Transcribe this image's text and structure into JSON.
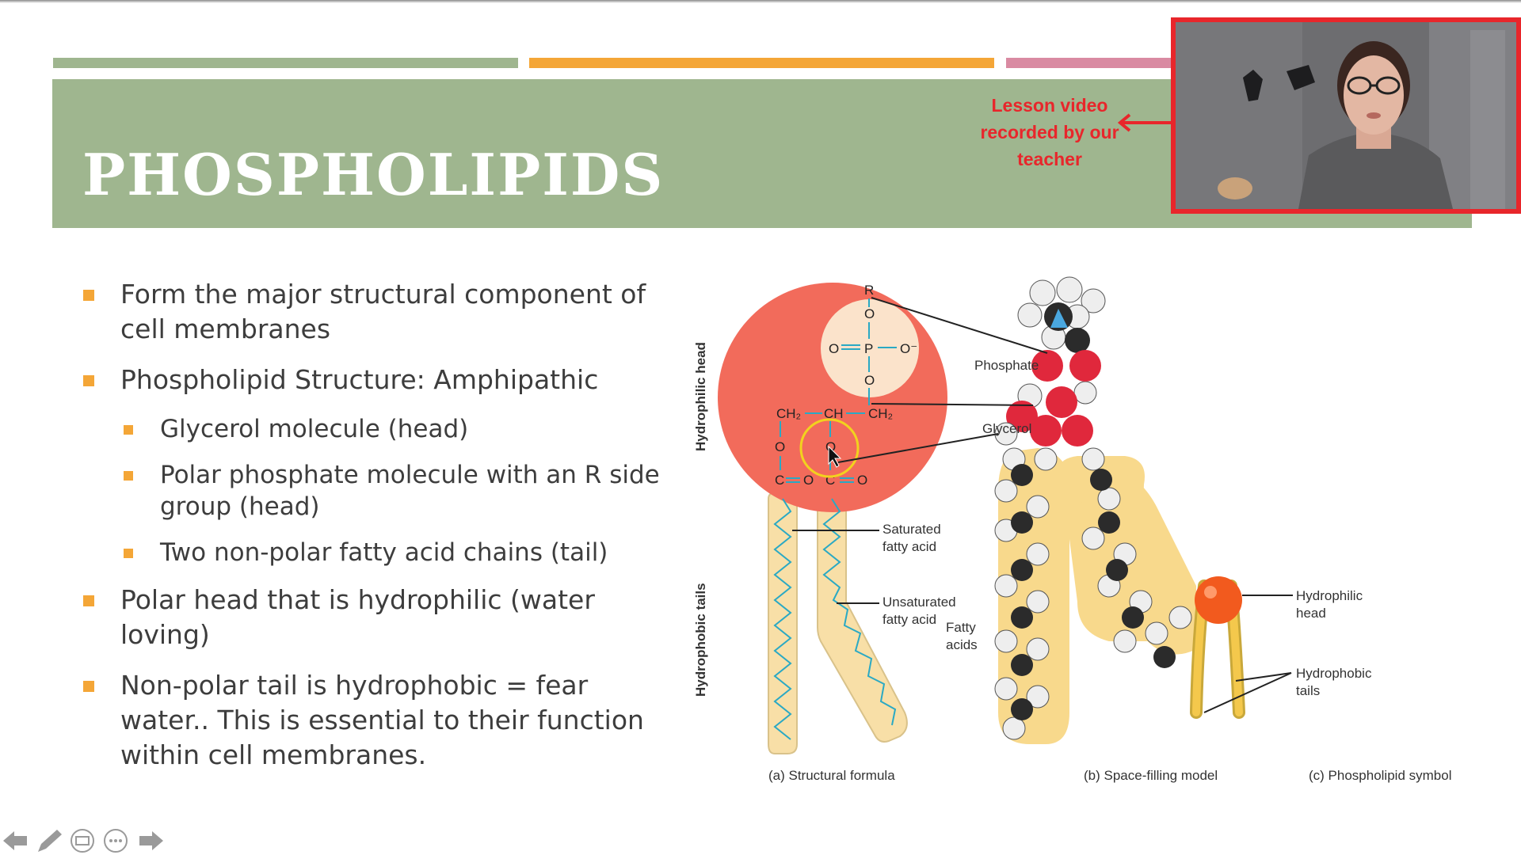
{
  "slide": {
    "title": "PHOSPHOLIPIDS",
    "bullets": [
      {
        "text": "Form the major structural component of cell membranes",
        "level": 1
      },
      {
        "text": "Phospholipid Structure: Amphipathic",
        "level": 1
      },
      {
        "text": "Glycerol molecule (head)",
        "level": 2
      },
      {
        "text": "Polar phosphate molecule with an R side group (head)",
        "level": 2
      },
      {
        "text": "Two non-polar fatty acid chains (tail)",
        "level": 2
      },
      {
        "text": "Polar head that is hydrophilic (water loving)",
        "level": 1
      },
      {
        "text": "Non-polar tail is hydrophobic = fear water.. This is essential to their function within cell membranes.",
        "level": 1
      }
    ]
  },
  "callout": {
    "line1": "Lesson video",
    "line2": "recorded by our",
    "line3": "teacher"
  },
  "diagram": {
    "axis_head": "Hydrophilic head",
    "axis_tails": "Hydrophobic tails",
    "label_phosphate": "Phosphate",
    "label_glycerol": "Glycerol",
    "label_saturated_1": "Saturated",
    "label_saturated_2": "fatty acid",
    "label_unsaturated_1": "Unsaturated",
    "label_unsaturated_2": "fatty acid",
    "label_fatty_1": "Fatty",
    "label_fatty_2": "acids",
    "label_hydrophilic_1": "Hydrophilic",
    "label_hydrophilic_2": "head",
    "label_hydrophobic_1": "Hydrophobic",
    "label_hydrophobic_2": "tails",
    "caption_a": "(a) Structural formula",
    "caption_b": "(b) Space-filling model",
    "caption_c": "(c) Phospholipid symbol",
    "atoms": {
      "r": "R",
      "o": "O",
      "p": "P",
      "o_minus": "O⁻",
      "ch2": "CH₂",
      "ch": "CH",
      "c": "C"
    }
  },
  "colors": {
    "title_band": "#9fb68f",
    "accent_orange": "#f4a637",
    "accent_pink": "#d98aa2",
    "callout_red": "#e8262b",
    "bullet_text": "#3d3d3d"
  },
  "icons": [
    "prev-arrow-icon",
    "pen-icon",
    "subtitles-icon",
    "more-icon",
    "next-arrow-icon"
  ]
}
